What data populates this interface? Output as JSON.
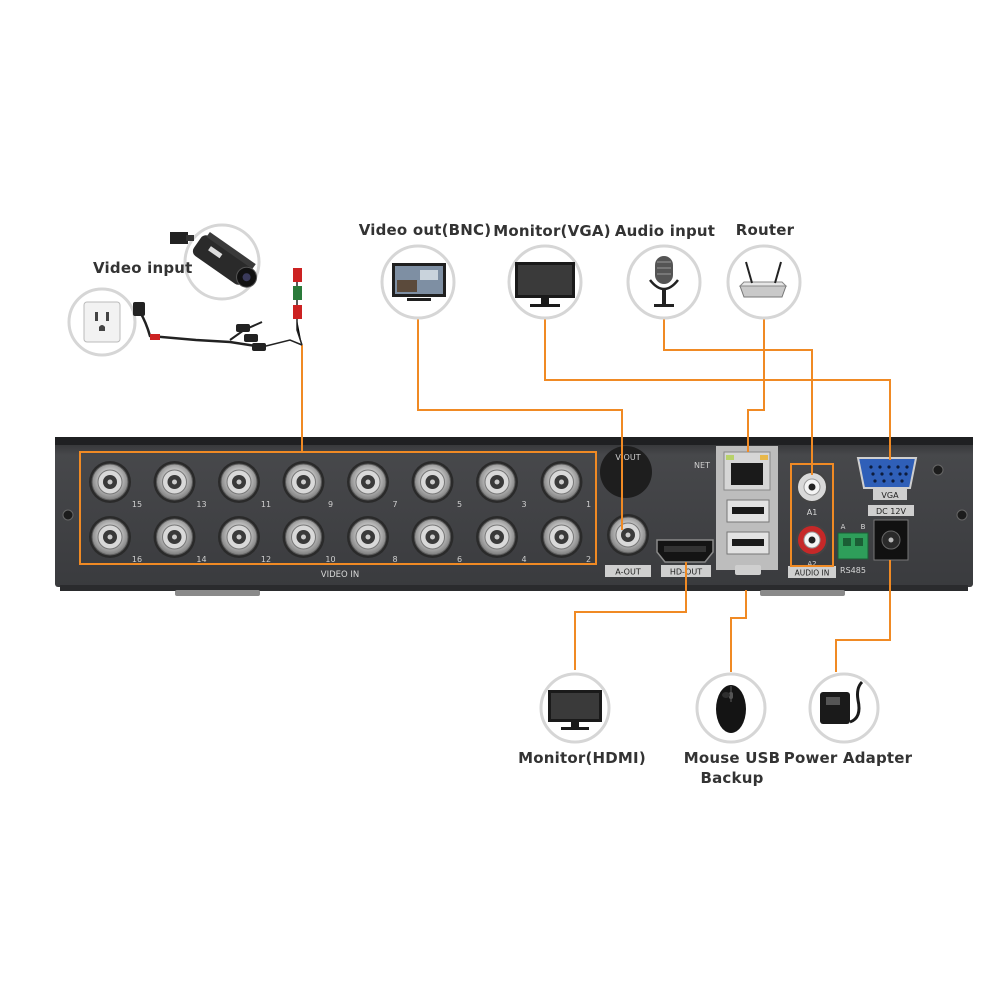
{
  "accent_color": "#f08a24",
  "device": {
    "body_color": "#3a3b3e",
    "labels": {
      "video_in": "VIDEO IN",
      "v_out": "V-OUT",
      "a_out": "A-OUT",
      "hd_out": "HD-OUT",
      "net": "NET",
      "a1": "A1",
      "a2": "A2",
      "audio_in": "AUDIO IN",
      "vga": "VGA",
      "dc12v": "DC 12V",
      "rs485": "RS485",
      "rs_a": "A",
      "rs_b": "B"
    },
    "bnc_top_numbers": [
      "15",
      "13",
      "11",
      "9",
      "7",
      "5",
      "3",
      "1"
    ],
    "bnc_bottom_numbers": [
      "16",
      "14",
      "12",
      "10",
      "8",
      "6",
      "4",
      "2"
    ]
  },
  "peripherals": {
    "video_input": {
      "label": "Video input",
      "icon": "security-camera-icon"
    },
    "power_outlet": {
      "icon": "wall-outlet-icon"
    },
    "video_out_bnc": {
      "label": "Video out(BNC)",
      "icon": "tv-icon"
    },
    "monitor_vga": {
      "label": "Monitor(VGA)",
      "icon": "monitor-icon"
    },
    "audio_input": {
      "label": "Audio input",
      "icon": "microphone-icon"
    },
    "router": {
      "label": "Router",
      "icon": "router-icon"
    },
    "monitor_hdmi": {
      "label": "Monitor(HDMI)",
      "icon": "monitor-icon"
    },
    "mouse_usb": {
      "label_line1": "Mouse USB",
      "label_line2": "Backup",
      "icon": "mouse-icon"
    },
    "power_adapter": {
      "label": "Power Adapter",
      "icon": "power-adapter-icon"
    }
  }
}
